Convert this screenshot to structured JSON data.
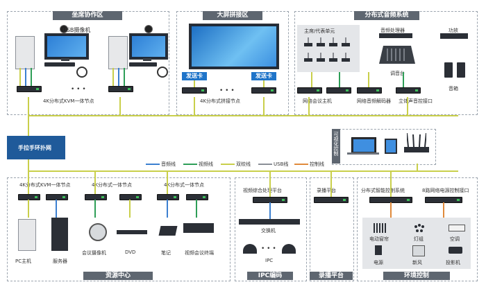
{
  "sections": {
    "seat": "坐席协作区",
    "wall": "大屏拼接区",
    "audio": "分布式音频系统",
    "resource": "资源中心",
    "ipc": "IPC编码",
    "record": "录播平台",
    "env": "环境控制"
  },
  "seat": {
    "usb_camera": "USB摄像机",
    "kvm_node": "4K分布式KVM一体节点",
    "dots": "• • •"
  },
  "wall": {
    "send_card_1": "发送卡",
    "send_card_2": "发送卡",
    "splice_node": "4K分布式拼接节点",
    "dots": "• • •"
  },
  "audio": {
    "mic": "主席/代表单元",
    "processor": "音频处理器",
    "amp": "功放",
    "mixer": "调音台",
    "speaker": "音箱",
    "conf_host": "网络会议主机",
    "audio_dec": "网络音频解码器",
    "stereo": "立体声音控接口"
  },
  "middle": {
    "handpull": "手拉手环扑网",
    "mobile": "可视化控制"
  },
  "legend": {
    "audio": "音频线",
    "video": "视频线",
    "twist": "双绞线",
    "usb": "USB线",
    "control": "控制线"
  },
  "resource": {
    "kvm_node": "4K分布式KVM一体节点",
    "node_1": "4K分布式一体节点",
    "node_2": "4K分布式一体节点",
    "pc": "PC主机",
    "server": "服务器",
    "camera": "会议摄像机",
    "dvd": "DVD",
    "laptop": "笔记",
    "vc": "视频会议终端"
  },
  "ipc": {
    "platform": "视频综合处理平台",
    "switch": "交换机",
    "ipc": "IPC",
    "dots": "• • •"
  },
  "record": {
    "platform": "录播平台"
  },
  "env": {
    "smart_ctrl": "分布式智能控制系统",
    "relay": "8路网络电源控制接口",
    "curtain": "电动窗帘",
    "light": "灯组",
    "ac": "空调",
    "power": "电源",
    "fresh_air": "新风",
    "projector": "投影机"
  },
  "colors": {
    "section_bar": "#5e6670",
    "send_card": "#1f74c9",
    "wire_yellow": "#c9cf4a",
    "wire_blue": "#3b7fd0",
    "wire_green": "#2e9e57",
    "node": "#2b2f36"
  }
}
